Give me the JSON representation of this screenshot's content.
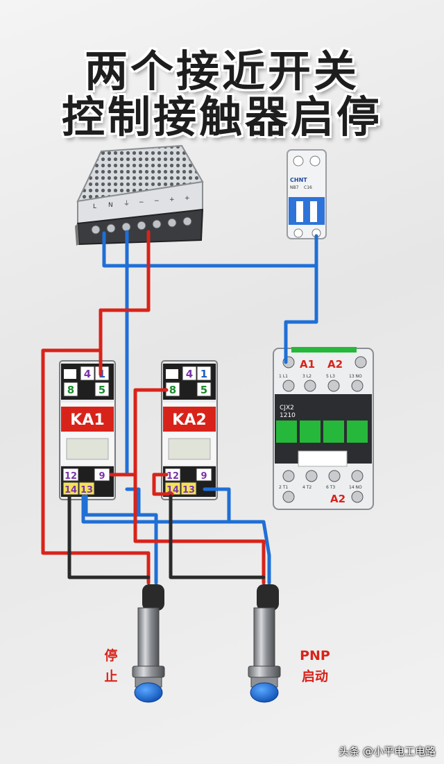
{
  "title": {
    "line1": "两个接近开关",
    "line2": "控制接触器启停"
  },
  "power_supply": {
    "terminal_labels": [
      "L",
      "N",
      "⏚",
      "−",
      "−",
      "+",
      "+"
    ]
  },
  "breaker": {
    "brand": "CHNT",
    "model": "NB7",
    "rating": "C16"
  },
  "relays": [
    {
      "name": "KA1",
      "top_terminals": [
        "4",
        "1",
        "8",
        "5"
      ],
      "bottom_terminals": [
        "12",
        "9",
        "14",
        "13"
      ]
    },
    {
      "name": "KA2",
      "top_terminals": [
        "4",
        "1",
        "8",
        "5"
      ],
      "bottom_terminals": [
        "12",
        "9",
        "14",
        "13"
      ]
    }
  ],
  "contactor": {
    "model_line1": "CJX2",
    "model_line2": "1210",
    "top_label_1": "A1",
    "top_label_2": "A2",
    "bottom_label": "A2",
    "top_terms": [
      "1 L1",
      "3 L2",
      "5 L3",
      "13 NO"
    ],
    "bottom_terms": [
      "2 T1",
      "4 T2",
      "6 T3",
      "14 NO"
    ]
  },
  "sensor_labels": {
    "stop_1": "停",
    "stop_2": "止",
    "start_1": "PNP",
    "start_2": "启动"
  },
  "watermark": "头条 @小平电工电路",
  "colors": {
    "red_wire": "#d8231a",
    "blue_wire": "#1f6fd6",
    "black_wire": "#2a2a2a",
    "contactor_green": "#26b83a"
  }
}
